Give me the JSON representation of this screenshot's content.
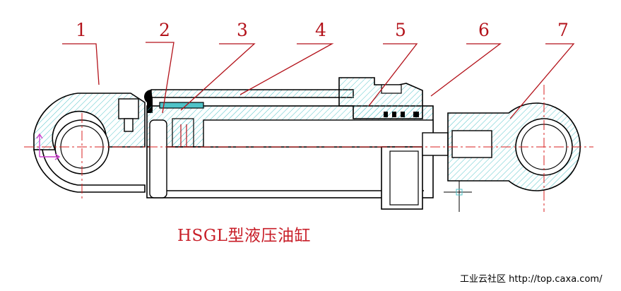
{
  "colors": {
    "leader": "#b3121a",
    "hatch": "#4fc3c8",
    "outline": "#000000",
    "centerline": "#d92020",
    "title": "#c81e28",
    "marker": "#cc3fcc"
  },
  "callouts": [
    {
      "number": "1"
    },
    {
      "number": "2"
    },
    {
      "number": "3"
    },
    {
      "number": "4"
    },
    {
      "number": "5"
    },
    {
      "number": "6"
    },
    {
      "number": "7"
    }
  ],
  "title": "HSGL型液压油缸",
  "watermark": "工业云社区 http://top.caxa.com/"
}
